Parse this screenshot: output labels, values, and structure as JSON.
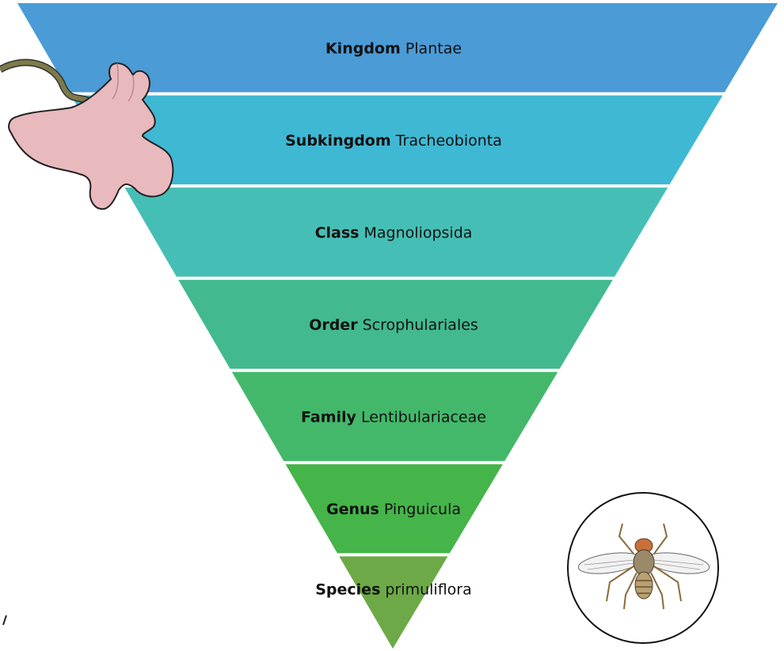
{
  "diagram": {
    "type": "taxonomy-pyramid",
    "levels": [
      {
        "rank": "Kingdom",
        "name": "Plantae",
        "color": "#4a9bd6"
      },
      {
        "rank": "Subkingdom",
        "name": "Tracheobionta",
        "color": "#3fb8d3"
      },
      {
        "rank": "Class",
        "name": "Magnoliopsida",
        "color": "#45bfb5"
      },
      {
        "rank": "Order",
        "name": "Scrophulariales",
        "color": "#42b98f"
      },
      {
        "rank": "Family",
        "name": "Lentibulariaceae",
        "color": "#43b86a"
      },
      {
        "rank": "Genus",
        "name": "Pinguicula",
        "color": "#45b449"
      },
      {
        "rank": "Species",
        "name": "primuliflora",
        "color": "#6daa47"
      }
    ],
    "illustrations": {
      "flower": {
        "icon": "pink-flower-illustration",
        "color": "#e8b9bd"
      },
      "insect": {
        "icon": "fly-illustration"
      }
    }
  }
}
